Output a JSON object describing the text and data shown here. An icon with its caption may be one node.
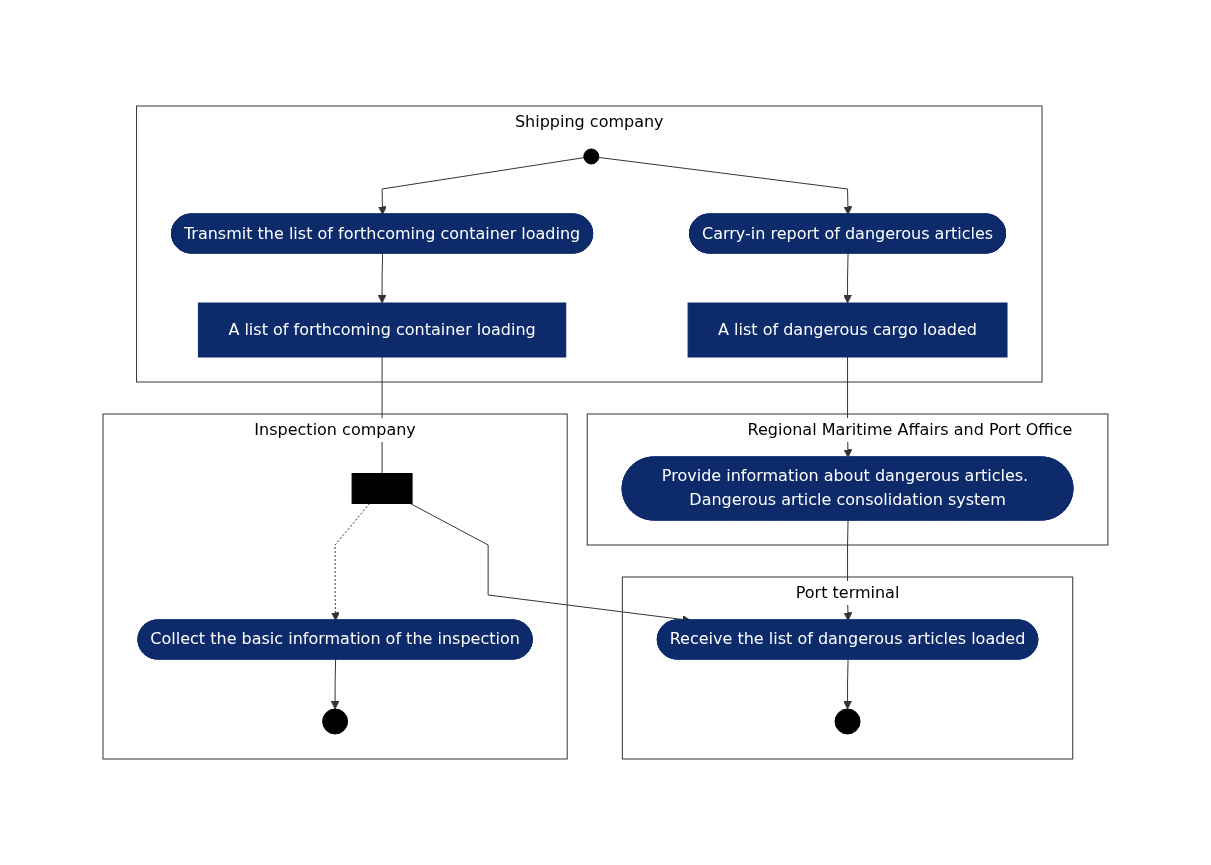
{
  "diagram": {
    "nodes": [
      {
        "text": [
          "Shipping company"
        ]
      },
      {
        "text": [
          "Inspection company"
        ]
      },
      {
        "text": [
          "Port terminal"
        ]
      },
      {
        "text": [
          "Regional Maritime Affairs and Port Office"
        ]
      },
      {
        "text": [],
        "shape": "circle",
        "in": 0
      },
      {
        "text": [
          "Transmit the list of forthcoming container loading"
        ],
        "in": 0
      },
      {
        "text": [
          "A list of forthcoming container loading"
        ],
        "in": 0
      },
      {
        "text": [
          "Carry-in report of dangerous articles"
        ],
        "in": 0
      },
      {
        "text": [
          "A list of dangerous cargo loaded"
        ],
        "in": 0
      },
      {
        "text": [],
        "shape": "bar",
        "in": 1
      },
      {
        "text": [
          "Collect the basic information of the inspection"
        ],
        "in": 1
      },
      {
        "text": [],
        "shape": "circle",
        "in": 1
      },
      {
        "text": [
          "Receive the list of dangerous articles loaded"
        ],
        "in": 2
      },
      {
        "text": [],
        "shape": "circle",
        "in": 2
      },
      {
        "text": [
          "Provide information about dangerous articles. Dangerous article consolidation system"
        ],
        "in": 3
      }
    ],
    "edges": [
      {
        "from": 4,
        "to": 5,
        "arrow": "to"
      },
      {
        "from": 4,
        "to": 7,
        "arrow": "to"
      },
      {
        "from": 5,
        "to": 6,
        "arrow": "to"
      },
      {
        "from": 6,
        "to": 9,
        "arrow": "none"
      },
      {
        "from": 9,
        "to": 12,
        "arrow": "to"
      },
      {
        "from": 9,
        "to": 10,
        "arrow": "to",
        "style": "dashed"
      },
      {
        "from": 10,
        "to": 11,
        "arrow": "to"
      },
      {
        "from": 12,
        "to": 13,
        "arrow": "to"
      },
      {
        "from": 7,
        "to": 8,
        "arrow": "to"
      },
      {
        "from": 8,
        "to": 14,
        "arrow": "to"
      },
      {
        "from": 14,
        "to": 12,
        "arrow": "to"
      }
    ]
  }
}
